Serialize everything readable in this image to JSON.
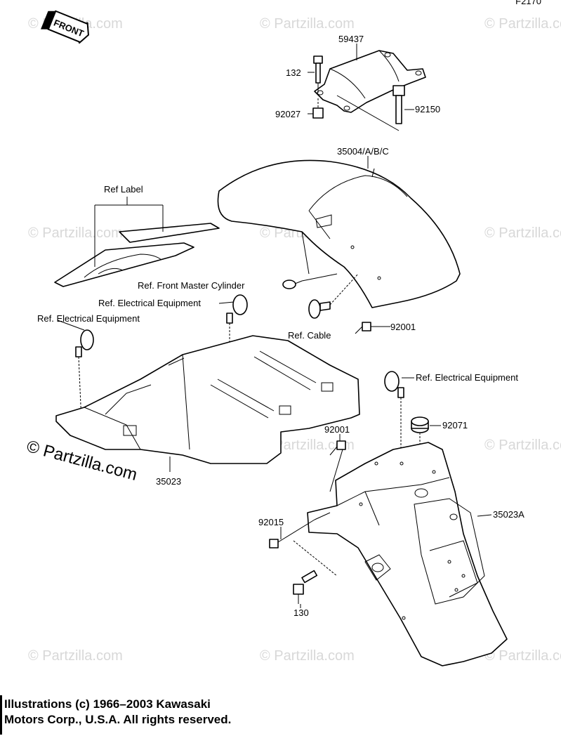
{
  "figure_code": "F2170",
  "front_badge": "FRONT",
  "watermark_small": "© Partzilla.com",
  "watermark_large": "© Partzilla.com",
  "labels": {
    "p59437": "59437",
    "p132": "132",
    "p92027": "92027",
    "p92150": "92150",
    "p35004": "35004/A/B/C",
    "ref_label": "Ref Label",
    "ref_front_master": "Ref. Front Master Cylinder",
    "ref_elec_1": "Ref. Electrical Equipment",
    "ref_elec_2": "Ref. Electrical Equipment",
    "ref_cable": "Ref. Cable",
    "p92001_a": "92001",
    "ref_elec_3": "Ref. Electrical Equipment",
    "p92001_b": "92001",
    "p92071": "92071",
    "p35023": "35023",
    "p92015": "92015",
    "p35023A": "35023A",
    "p130": "130"
  },
  "copyright": {
    "line1": "Illustrations (c) 1966–2003 Kawasaki",
    "line2": "Motors Corp., U.S.A.  All rights reserved."
  }
}
